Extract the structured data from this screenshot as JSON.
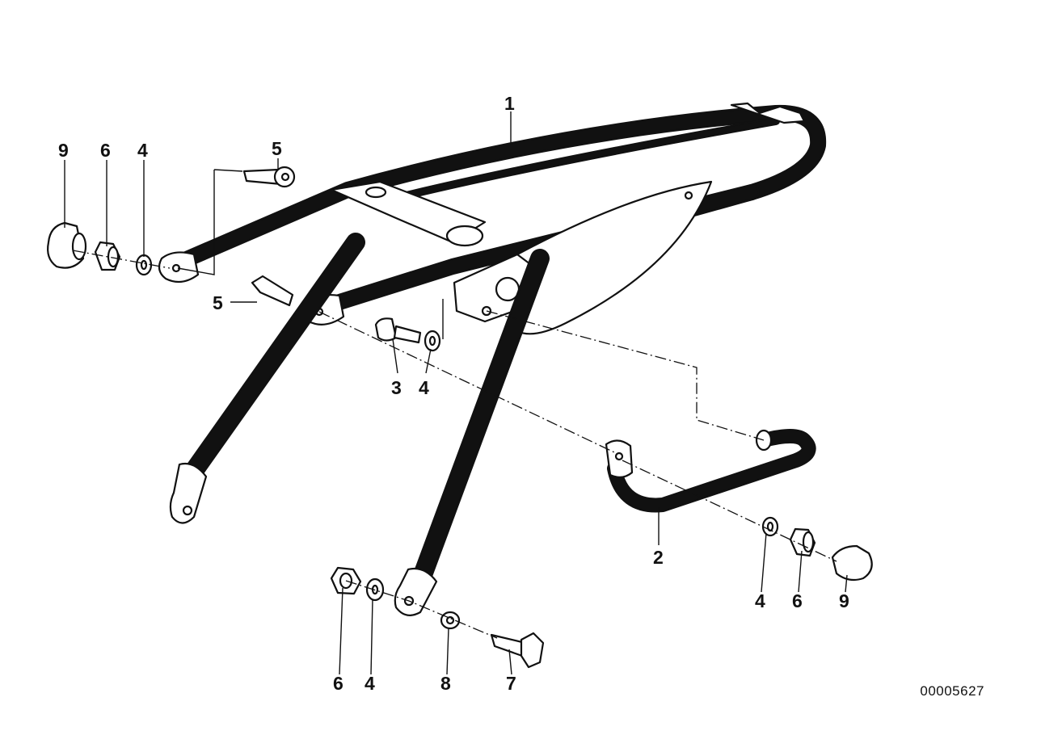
{
  "document_number": "00005627",
  "callouts": [
    {
      "id": "c-1",
      "text": "1"
    },
    {
      "id": "c-2",
      "text": "2"
    },
    {
      "id": "c-3",
      "text": "3"
    },
    {
      "id": "c-4a",
      "text": "4"
    },
    {
      "id": "c-4b",
      "text": "4"
    },
    {
      "id": "c-4c",
      "text": "4"
    },
    {
      "id": "c-4d",
      "text": "4"
    },
    {
      "id": "c-5a",
      "text": "5"
    },
    {
      "id": "c-5b",
      "text": "5"
    },
    {
      "id": "c-6a",
      "text": "6"
    },
    {
      "id": "c-6b",
      "text": "6"
    },
    {
      "id": "c-6c",
      "text": "6"
    },
    {
      "id": "c-7",
      "text": "7"
    },
    {
      "id": "c-8",
      "text": "8"
    },
    {
      "id": "c-9a",
      "text": "9"
    },
    {
      "id": "c-9b",
      "text": "9"
    }
  ]
}
